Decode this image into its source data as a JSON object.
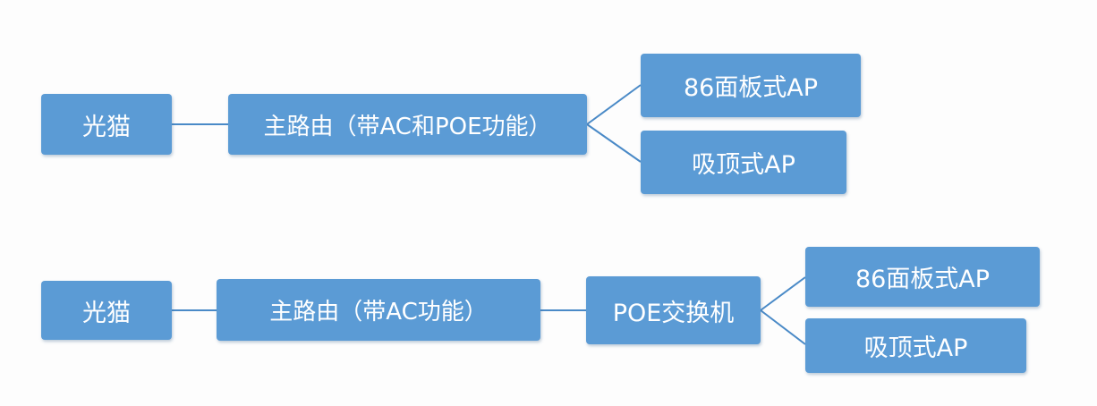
{
  "diagram_1": {
    "node_modem": "光猫",
    "node_router": "主路由（带AC和POE功能）",
    "node_ap_panel": "86面板式AP",
    "node_ap_ceiling": "吸顶式AP"
  },
  "diagram_2": {
    "node_modem": "光猫",
    "node_router": "主路由（带AC功能）",
    "node_switch": "POE交换机",
    "node_ap_panel": "86面板式AP",
    "node_ap_ceiling": "吸顶式AP"
  },
  "colors": {
    "node_fill": "#5b9bd5",
    "connector": "#4a8ac7",
    "text": "#ffffff"
  }
}
